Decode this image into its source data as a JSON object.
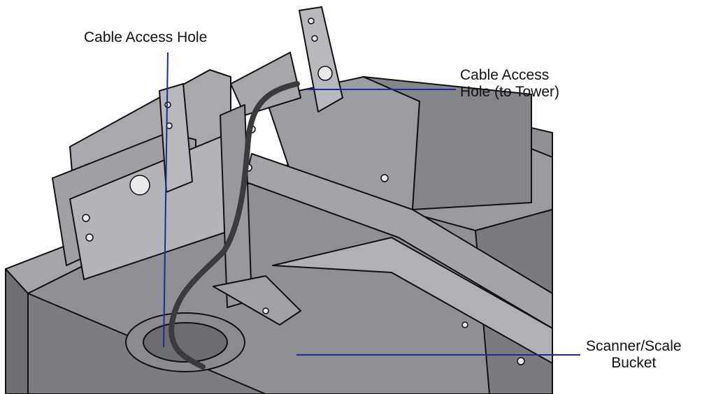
{
  "callouts": [
    {
      "lines": [
        "Cable Access Hole"
      ]
    },
    {
      "lines": [
        "Cable Access",
        "Hole (to Tower)"
      ]
    },
    {
      "lines": [
        "Scanner/Scale",
        "Bucket"
      ]
    }
  ],
  "colors": {
    "leader_line": "#1a2aa0",
    "metal_light": "#a9aaad",
    "metal_mid": "#8e8f92",
    "metal_dark": "#6f7073",
    "outline": "#111111",
    "cable": "#3a3b3d"
  }
}
